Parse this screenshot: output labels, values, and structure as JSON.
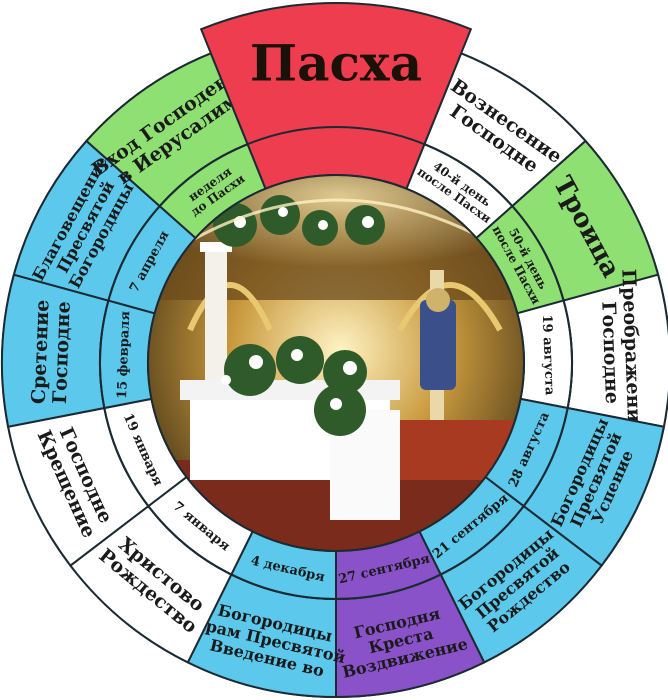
{
  "colors": {
    "red": "#ee3d4f",
    "green": "#8fe073",
    "blue": "#5cc8ec",
    "purple": "#8a52c8",
    "white": "#ffffff",
    "stroke": "#1b2a33"
  },
  "pascha": {
    "title": "Пасха"
  },
  "feasts": [
    {
      "id": "voznesenie",
      "color": "white",
      "lines": [
        "Вознесение",
        "Господне"
      ],
      "date_lines": [
        "40-й день",
        "после Пасхи"
      ]
    },
    {
      "id": "troitsa",
      "color": "green",
      "lines": [
        "Троица"
      ],
      "date_lines": [
        "50-й день",
        "после Пасхи"
      ]
    },
    {
      "id": "preobrazhenie",
      "color": "white",
      "lines": [
        "Преображение",
        "Господне"
      ],
      "date_lines": [
        "19 августа"
      ]
    },
    {
      "id": "uspenie",
      "color": "blue",
      "lines": [
        "Успение",
        "Пресвятой",
        "Богородицы"
      ],
      "date_lines": [
        "28 августа"
      ]
    },
    {
      "id": "rozhdestvo-bogoroditsy",
      "color": "blue",
      "lines": [
        "Рождество",
        "Пресвятой",
        "Богородицы"
      ],
      "date_lines": [
        "21 сентября"
      ]
    },
    {
      "id": "vozdvizhenie",
      "color": "purple",
      "lines": [
        "Воздвижение",
        "Креста",
        "Господня"
      ],
      "date_lines": [
        "27 сентября"
      ]
    },
    {
      "id": "vvedenie",
      "color": "blue",
      "lines": [
        "Введение во",
        "храм Пресвятой",
        "Богородицы"
      ],
      "date_lines": [
        "4 декабря"
      ]
    },
    {
      "id": "rozhdestvo-khristovo",
      "color": "white",
      "lines": [
        "Рождество",
        "Христово"
      ],
      "date_lines": [
        "7 января"
      ]
    },
    {
      "id": "kreshchenie",
      "color": "white",
      "lines": [
        "Крещение",
        "Господне"
      ],
      "date_lines": [
        "19 января"
      ]
    },
    {
      "id": "sretenie",
      "color": "blue",
      "lines": [
        "Сретение",
        "Господне"
      ],
      "date_lines": [
        "15 февраля"
      ]
    },
    {
      "id": "blagoveshchenie",
      "color": "blue",
      "lines": [
        "Благовещение",
        "Пресвятой",
        "Богородицы"
      ],
      "date_lines": [
        "7 апреля"
      ]
    },
    {
      "id": "vkhod",
      "color": "green",
      "lines": [
        "Вход Господень",
        "в Иерусалим"
      ],
      "date_lines": [
        "неделя",
        "до Пасхи"
      ]
    }
  ],
  "center_image": {
    "subject": "church interior with flower-decorated shroud"
  }
}
